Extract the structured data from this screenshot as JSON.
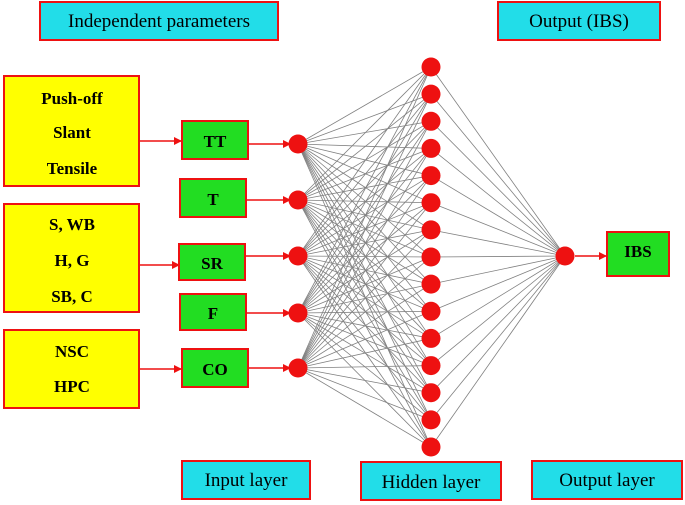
{
  "headers": {
    "independent_parameters": "Independent parameters",
    "output": "Output (IBS)"
  },
  "footers": {
    "input_layer": "Input layer",
    "hidden_layer": "Hidden layer",
    "output_layer": "Output layer"
  },
  "test_type_box": [
    "Push-off",
    "Slant",
    "Tensile"
  ],
  "surface_box": [
    "S, WB",
    "H, G",
    "SB, C"
  ],
  "concrete_box": [
    "NSC",
    "HPC"
  ],
  "inputs": [
    "TT",
    "T",
    "SR",
    "F",
    "CO"
  ],
  "output_label": "IBS",
  "hidden_neuron_count": 15,
  "colors": {
    "yellow_fill": "#ffff00",
    "green_fill": "#22dd22",
    "cyan_fill": "#22dde8",
    "border_red": "#ee1111",
    "neuron_red": "#ee1111",
    "connection_gray": "#808080"
  }
}
